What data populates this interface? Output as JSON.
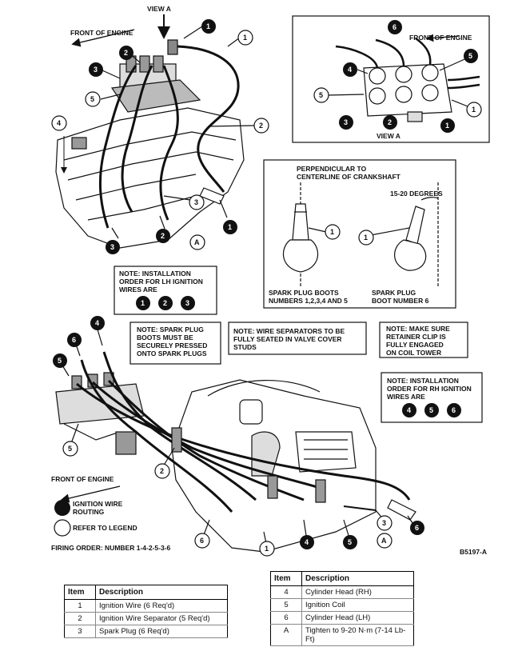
{
  "labels": {
    "view_a_top": "VIEW A",
    "front_of_engine_top": "FRONT OF ENGINE",
    "front_of_engine_inset": "FRONT OF ENGINE",
    "view_a_inset": "VIEW A",
    "perpendicular_1": "PERPENDICULAR TO",
    "perpendicular_2": "CENTERLINE OF CRANKSHAFT",
    "degrees": "15-20 DEGREES",
    "boots_1": "SPARK PLUG BOOTS",
    "boots_2": "NUMBERS 1,2,3,4 AND 5",
    "boot6_1": "SPARK PLUG",
    "boot6_2": "BOOT NUMBER 6",
    "front_of_engine_bottom": "FRONT OF ENGINE",
    "key_black_1": "IGNITION WIRE",
    "key_black_2": "ROUTING",
    "key_white": "REFER TO LEGEND",
    "firing_order": "FIRING ORDER: NUMBER 1-4-2-5-3-6",
    "figure_id": "B5197-A"
  },
  "notes": {
    "lh": [
      "NOTE: INSTALLATION",
      "ORDER FOR LH IGNITION",
      "WIRES ARE"
    ],
    "lh_order": [
      "1",
      "2",
      "3"
    ],
    "boots": [
      "NOTE: SPARK PLUG",
      "BOOTS MUST BE",
      "SECURELY PRESSED",
      "ONTO SPARK PLUGS"
    ],
    "separators": [
      "NOTE: WIRE SEPARATORS TO BE",
      "FULLY SEATED IN VALVE COVER",
      "STUDS"
    ],
    "retainer": [
      "NOTE: MAKE SURE",
      "RETAINER CLIP IS",
      "FULLY ENGAGED",
      "ON COIL TOWER"
    ],
    "rh": [
      "NOTE: INSTALLATION",
      "ORDER FOR RH IGNITION",
      "WIRES ARE"
    ],
    "rh_order": [
      "4",
      "5",
      "6"
    ]
  },
  "callouts": {
    "top_1": "1",
    "top_2a": "2",
    "top_3a": "3",
    "top_5": "5",
    "top_1b": "1",
    "top_2b": "2",
    "top_4": "4",
    "top_3b": "3",
    "top_1c": "1",
    "top_2c": "2",
    "top_3c": "3",
    "top_a": "A",
    "inset_6": "6",
    "inset_5a": "5",
    "inset_4": "4",
    "inset_5b": "5",
    "inset_3": "3",
    "inset_2": "2",
    "inset_1": "1",
    "inset_1w": "1",
    "boot_1a": "1",
    "boot_1b": "1",
    "bot_4": "4",
    "bot_6": "6",
    "bot_5a": "5",
    "bot_5b": "5",
    "bot_2": "2",
    "bot_6b": "6",
    "bot_1": "1",
    "bot_4b": "4",
    "bot_5c": "5",
    "bot_3": "3",
    "bot_a": "A",
    "bot_6c": "6"
  },
  "legend_left": {
    "header_item": "Item",
    "header_desc": "Description",
    "rows": [
      {
        "item": "1",
        "desc": "Ignition Wire (6 Req'd)"
      },
      {
        "item": "2",
        "desc": "Ignition Wire Separator (5 Req'd)"
      },
      {
        "item": "3",
        "desc": "Spark Plug (6 Req'd)"
      }
    ]
  },
  "legend_right": {
    "header_item": "Item",
    "header_desc": "Description",
    "rows": [
      {
        "item": "4",
        "desc": "Cylinder Head (RH)"
      },
      {
        "item": "5",
        "desc": "Ignition Coil"
      },
      {
        "item": "6",
        "desc": "Cylinder Head (LH)"
      },
      {
        "item": "A",
        "desc": "Tighten to 9-20 N·m (7-14 Lb-Ft)"
      }
    ]
  }
}
